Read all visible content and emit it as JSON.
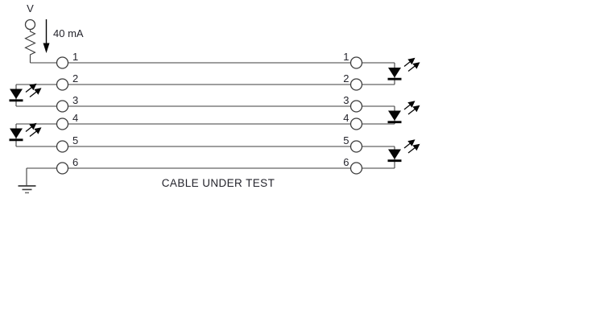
{
  "diagram": {
    "type": "circuit-schematic",
    "description_label": "CABLE UNDER TEST",
    "voltage_source_label": "V",
    "current_label": "40 mA",
    "left_pins": [
      "1",
      "2",
      "3",
      "4",
      "5",
      "6"
    ],
    "right_pins": [
      "1",
      "2",
      "3",
      "4",
      "5",
      "6"
    ],
    "components": {
      "resistor": "series-resistor",
      "left_leds": [
        "between pins 2-3",
        "between pins 4-5"
      ],
      "right_leds": [
        "between pins 1-2",
        "between pins 3-4",
        "between pins 5-6"
      ],
      "ground": "bottom-left"
    },
    "colors": {
      "line": "#3c3c3c",
      "text": "#23232b",
      "led": "#050505",
      "background": "#ffffff"
    }
  }
}
